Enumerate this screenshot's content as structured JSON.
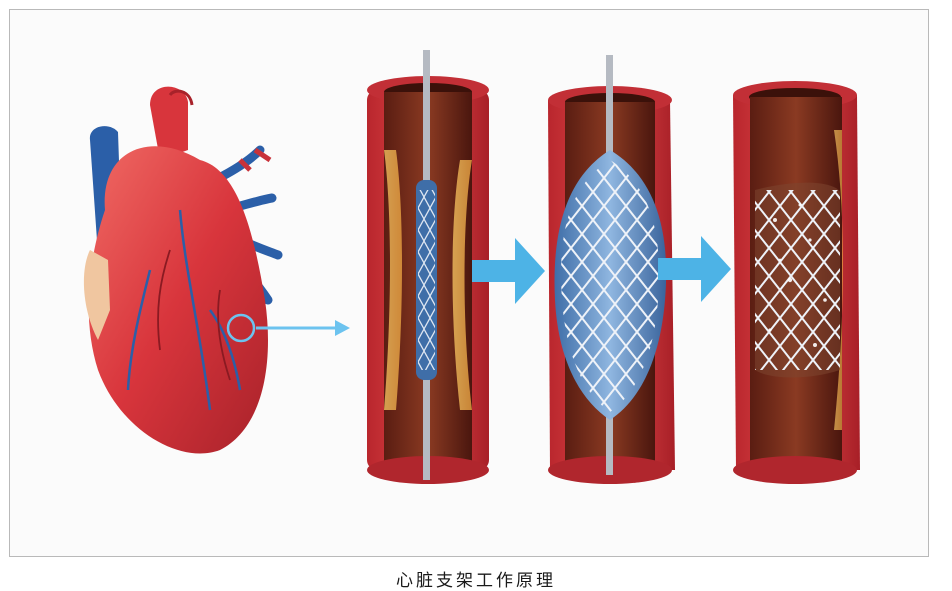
{
  "caption": "心脏支架工作原理",
  "colors": {
    "artery": "#c8323a",
    "vein": "#2b5fa8",
    "arrow": "#4db3e6",
    "stent": "#e9eef5",
    "balloon": "#5d8fc6"
  },
  "panels": [
    "heart",
    "catheter-insertion",
    "balloon-inflation",
    "stent-deployed"
  ]
}
